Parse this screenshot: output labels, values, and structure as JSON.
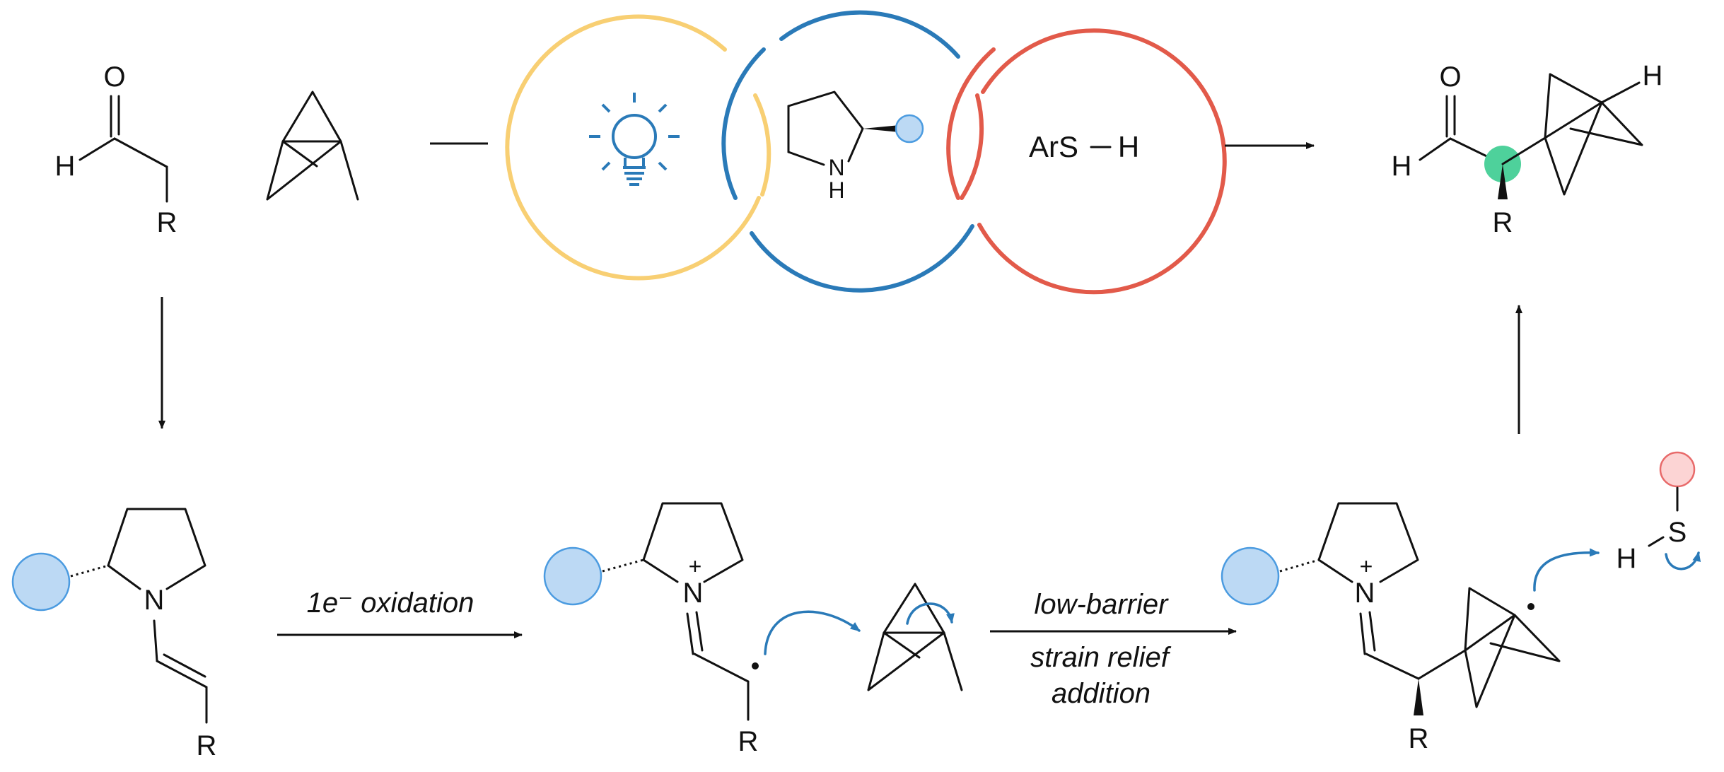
{
  "colors": {
    "photocatalyst_ring": "#f8cf73",
    "organocatalyst_ring": "#2a7ab8",
    "hat_ring": "#e25a4a",
    "catalyst_marker_fill": "#bcd9f4",
    "catalyst_marker_stroke": "#4b9be0",
    "thiol_marker_fill": "#fcd4d4",
    "thiol_marker_stroke": "#e86a6a",
    "stereocenter_marker": "#4ed19b",
    "ink": "#111111"
  },
  "icons": {
    "photocatalyst": "lightbulb-icon"
  },
  "atoms": {
    "oxygen": "O",
    "hydrogen": "H",
    "nitrogen": "N",
    "substituent": "R",
    "sulfur": "S",
    "plus_charge": "+"
  },
  "catalysts": {
    "hat_reagent": "ArS",
    "hat_hydrogen": "H"
  },
  "steps": {
    "oxidation": "1e⁻ oxidation",
    "addition_line1": "low-barrier",
    "addition_line2": "strain relief",
    "addition_line3": "addition"
  }
}
